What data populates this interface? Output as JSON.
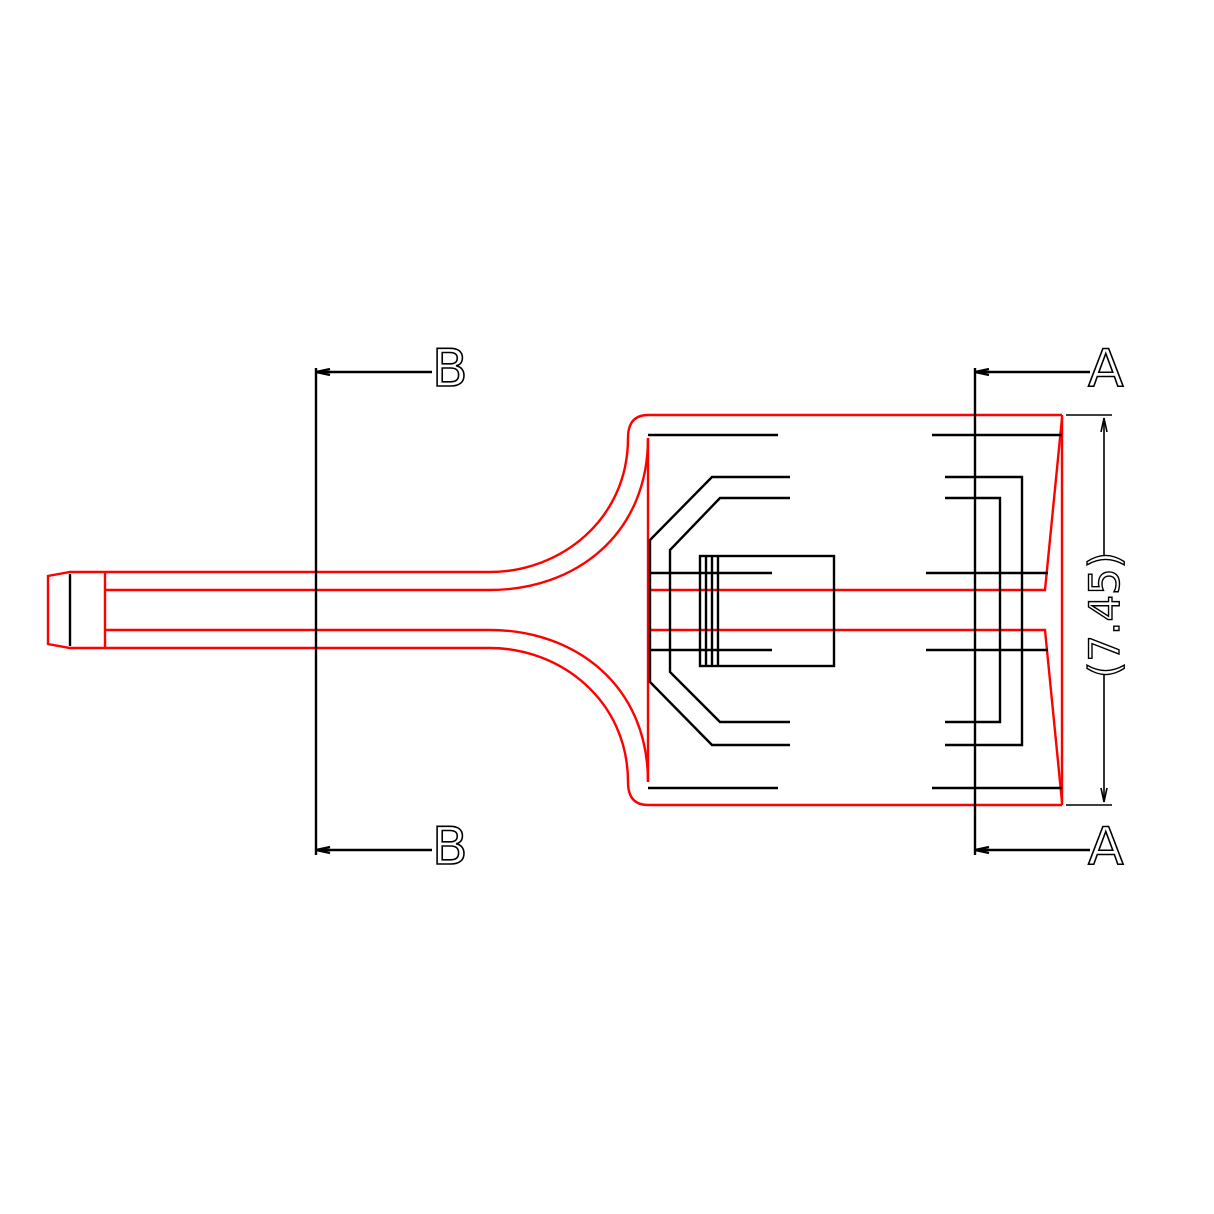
{
  "drawing": {
    "section_b_top_label": "B",
    "section_b_bottom_label": "B",
    "section_a_top_label": "A",
    "section_a_bottom_label": "A",
    "dimension_text": "(7.45)",
    "colors": {
      "outline": "#ff0000",
      "internal": "#000000",
      "background": "#ffffff"
    }
  }
}
